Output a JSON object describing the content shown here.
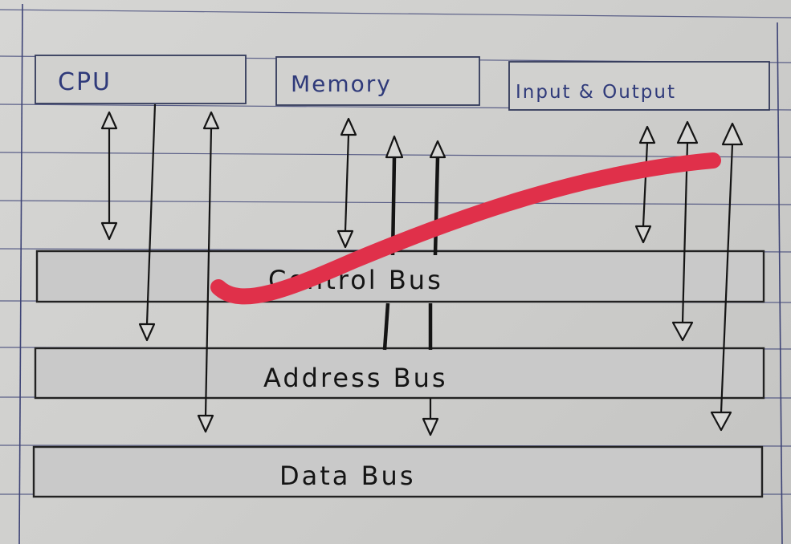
{
  "components": {
    "cpu": "CPU",
    "memory": "Memory",
    "io": "Input & Output"
  },
  "buses": {
    "control": "Control Bus",
    "address": "Address Bus",
    "data": "Data Bus"
  },
  "colors": {
    "ink": "#141414",
    "ruled_lines": "#3d4376",
    "strike_mark": "#e0304a",
    "paper": "#d0d0ce"
  }
}
